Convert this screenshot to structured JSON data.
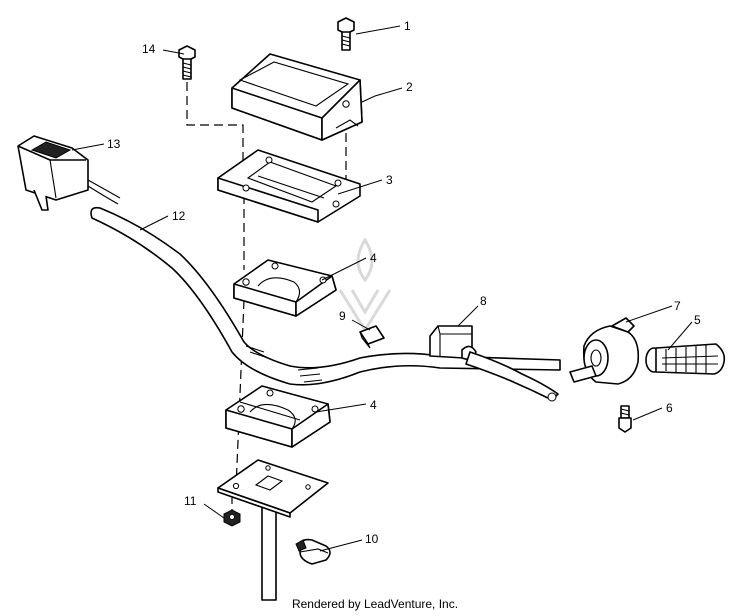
{
  "diagram": {
    "callouts": [
      {
        "id": "c1",
        "label": "1"
      },
      {
        "id": "c2",
        "label": "2"
      },
      {
        "id": "c3",
        "label": "3"
      },
      {
        "id": "c4a",
        "label": "4"
      },
      {
        "id": "c4b",
        "label": "4"
      },
      {
        "id": "c5",
        "label": "5"
      },
      {
        "id": "c6",
        "label": "6"
      },
      {
        "id": "c7",
        "label": "7"
      },
      {
        "id": "c8",
        "label": "8"
      },
      {
        "id": "c9",
        "label": "9"
      },
      {
        "id": "c10",
        "label": "10"
      },
      {
        "id": "c11",
        "label": "11"
      },
      {
        "id": "c12",
        "label": "12"
      },
      {
        "id": "c13",
        "label": "13"
      },
      {
        "id": "c14",
        "label": "14"
      }
    ]
  },
  "footer": {
    "text": "Rendered by LeadVenture, Inc."
  }
}
